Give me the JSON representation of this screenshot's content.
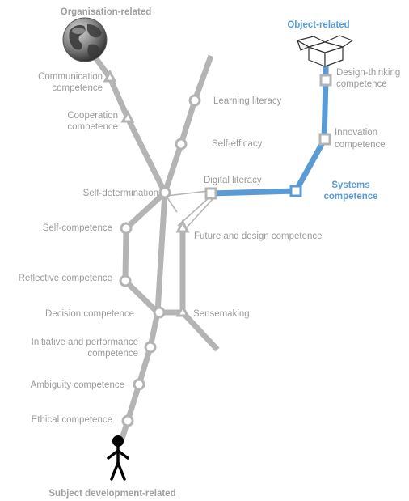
{
  "colors": {
    "track": "#b4b4b4",
    "label": "#9a9a9a",
    "systems": "#5b9bd5",
    "header_gray": "#a0a0a0",
    "figure": "#000000"
  },
  "headers": {
    "organisation": "Organisation-related",
    "object": "Object-related",
    "subject": "Subject development-related",
    "systems_line1": "Systems",
    "systems_line2": "competence"
  },
  "icons": {
    "organisation": "globe-icon",
    "object": "open-box-icon",
    "subject": "person-icon"
  },
  "labels": {
    "communication_1": "Communication",
    "communication_2": "competence",
    "cooperation_1": "Cooperation",
    "cooperation_2": "competence",
    "learning_literacy": "Learning literacy",
    "self_efficacy": "Self-efficacy",
    "self_determination": "Self-determination",
    "digital_literacy": "Digital literacy",
    "self_competence": "Self-competence",
    "future_design": "Future and design competence",
    "reflective": "Reflective competence",
    "decision": "Decision competence",
    "sensemaking": "Sensemaking",
    "initiative_1": "Initiative and performance",
    "initiative_2": "competence",
    "ambiguity": "Ambiguity competence",
    "ethical": "Ethical competence",
    "design_thinking_1": "Design-thinking",
    "design_thinking_2": "competence",
    "innovation_1": "Innovation",
    "innovation_2": "competence"
  }
}
